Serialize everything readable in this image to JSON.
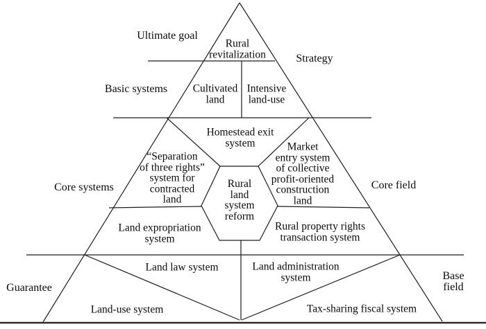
{
  "colors": {
    "line": "#1c1c1c",
    "base_line": "#2a2a2a",
    "text": "#0a0a0a",
    "background": "#ffffff"
  },
  "labels": {
    "ultimate_goal": "Ultimate goal",
    "strategy": "Strategy",
    "basic_systems": "Basic systems",
    "core_systems": "Core systems",
    "core_field": "Core field",
    "guarantee": "Guarantee",
    "base_field": "Base field"
  },
  "regions": {
    "apex": "Rural\nrevitalization",
    "cultivated_land": "Cultivated\nland",
    "intensive_land_use": "Intensive\nland-use",
    "homestead_exit": "Homestead exit\nsystem",
    "separation_three_rights": "“Separation\nof three rights”\nsystem for\ncontracted\nland",
    "core_center": "Rural\nland\nsystem\nreform",
    "market_entry": "Market\nentry system\nof collective\nprofit-oriented\nconstruction\nland",
    "land_expropriation": "Land expropriation\nsystem",
    "rural_property_rights": "Rural property rights\ntransaction system",
    "land_law": "Land law system",
    "land_administration": "Land administration\nsystem",
    "land_use": "Land-use system",
    "tax_sharing": "Tax-sharing fiscal system"
  }
}
